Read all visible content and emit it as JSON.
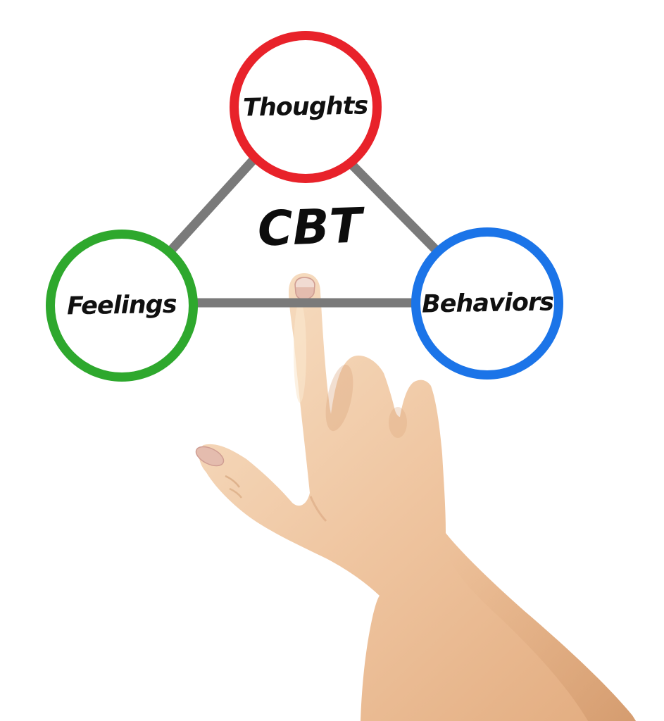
{
  "page": {
    "background_color": "#ffffff",
    "description_hint": "CBT cognitive triangle diagram with pointing hand"
  },
  "diagram": {
    "center_label": "CBT",
    "nodes": [
      {
        "id": "thoughts",
        "label": "Thoughts",
        "border_color": "#e8222a"
      },
      {
        "id": "feelings",
        "label": "Feelings",
        "border_color": "#2ea82d"
      },
      {
        "id": "behaviors",
        "label": "Behaviors",
        "border_color": "#1b74e8"
      }
    ],
    "edges": [
      {
        "from": "thoughts",
        "to": "feelings"
      },
      {
        "from": "thoughts",
        "to": "behaviors"
      },
      {
        "from": "feelings",
        "to": "behaviors"
      }
    ],
    "connector_color": "#7a7a7a",
    "label_color": "#101010"
  },
  "photo": {
    "subject": "hand pointing index finger upward",
    "skin_base": "#eec29e",
    "skin_highlight": "#f7dcc0",
    "skin_shadow": "#d8a075",
    "nail_color": "#e4bcae"
  }
}
